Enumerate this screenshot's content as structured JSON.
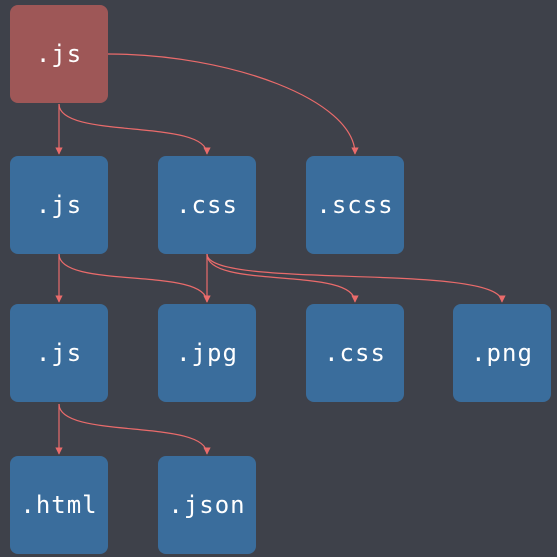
{
  "colors": {
    "background": "#3e414a",
    "root_fill": "#9e5757",
    "node_fill": "#3a6d9c",
    "edge": "#ea6b6b",
    "label": "#ffffff"
  },
  "nodes": {
    "root": ".js",
    "n1": ".js",
    "n2": ".css",
    "n3": ".scss",
    "n4": ".js",
    "n5": ".jpg",
    "n6": ".css",
    "n7": ".png",
    "n8": ".html",
    "n9": ".json"
  }
}
